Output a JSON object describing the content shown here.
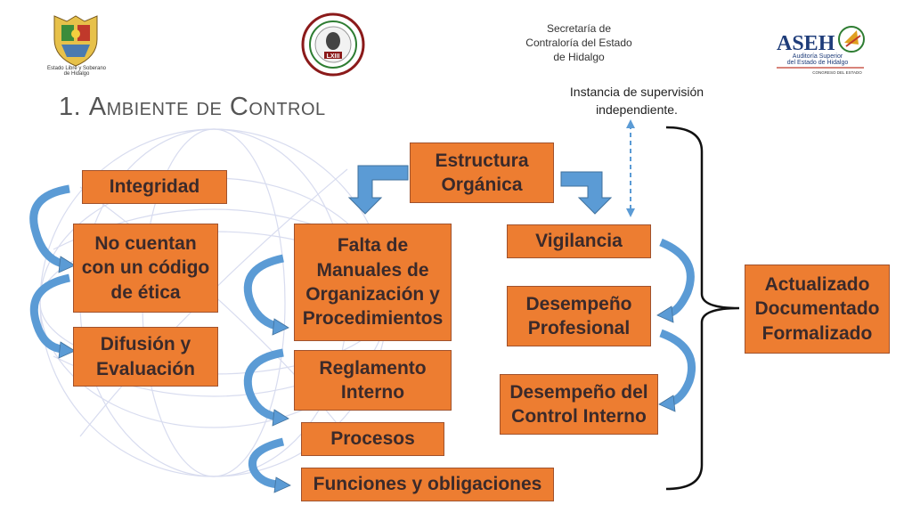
{
  "header": {
    "secretaria": "Secretaría de\nContraloría del Estado\nde Hidalgo",
    "left_logo_caption": "Estado Libre y Soberano\nde Hidalgo",
    "center_seal_text": "LXIII",
    "asei_logo": "ASEH",
    "asei_caption": "Auditoría Superior\ndel Estado de Hidalgo",
    "asei_subcaption": "CONGRESO DEL ESTADO"
  },
  "title": {
    "number": "1. ",
    "text": "Ambiente de Control"
  },
  "note": "Instancia de supervisión\nindependiente.",
  "boxes": {
    "estructura": "Estructura\nOrgánica",
    "integridad": "Integridad",
    "no_cuentan": "No cuentan\ncon un código\nde ética",
    "difusion": "Difusión y\nEvaluación",
    "falta_manuales": "Falta de\nManuales de\nOrganización y\nProcedimientos",
    "reglamento": "Reglamento\nInterno",
    "procesos": "Procesos",
    "funciones": "Funciones y obligaciones",
    "vigilancia": "Vigilancia",
    "desempeno_prof": "Desempeño\nProfesional",
    "desempeno_ci": "Desempeño del\nControl Interno",
    "actualizado": "Actualizado\nDocumentado\nFormalizado"
  },
  "colors": {
    "box_fill": "#ed7d31",
    "arrow_fill": "#5b9bd5",
    "arrow_stroke": "#41719c"
  }
}
